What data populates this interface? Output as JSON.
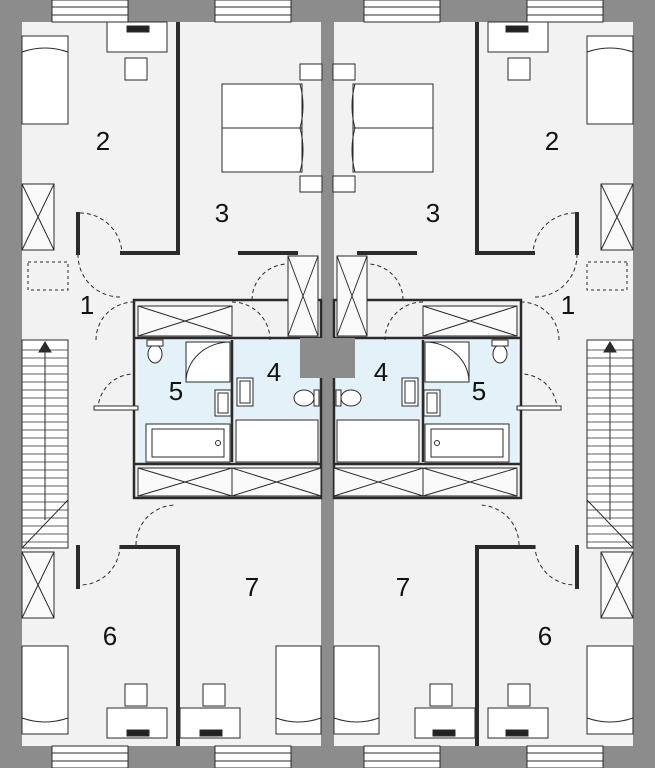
{
  "plan": {
    "wall_color": "#8c8c8c",
    "floor_color": "#f2f2f2",
    "wet_room_color": "#e3f1f8",
    "line_color": "#2b2b2b",
    "rooms": [
      {
        "id": "left-bedroom-2",
        "label": "2"
      },
      {
        "id": "left-bedroom-3",
        "label": "3"
      },
      {
        "id": "left-hall-1",
        "label": "1"
      },
      {
        "id": "left-bathroom-5",
        "label": "5"
      },
      {
        "id": "left-wc-4",
        "label": "4"
      },
      {
        "id": "left-bedroom-6",
        "label": "6"
      },
      {
        "id": "left-bedroom-7",
        "label": "7"
      },
      {
        "id": "right-bedroom-2",
        "label": "2"
      },
      {
        "id": "right-bedroom-3",
        "label": "3"
      },
      {
        "id": "right-hall-1",
        "label": "1"
      },
      {
        "id": "right-bathroom-5",
        "label": "5"
      },
      {
        "id": "right-wc-4",
        "label": "4"
      },
      {
        "id": "right-bedroom-6",
        "label": "6"
      },
      {
        "id": "right-bedroom-7",
        "label": "7"
      }
    ]
  }
}
